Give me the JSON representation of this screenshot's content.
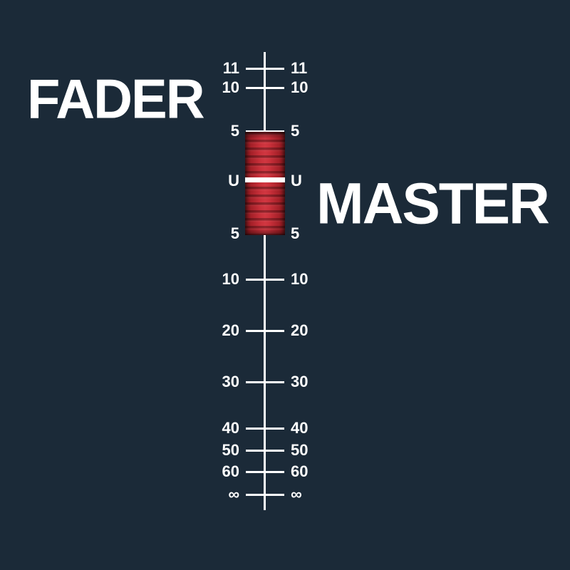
{
  "colors": {
    "background": "#1b2a38",
    "text": "#ffffff",
    "cap_main": "#c9303a",
    "cap_edge": "#6f161b",
    "cap_center_line": "#ffffff"
  },
  "titles": {
    "left": "FADER",
    "right": "MASTER"
  },
  "fader": {
    "position": "U",
    "marks": [
      {
        "label": "11"
      },
      {
        "label": "10"
      },
      {
        "label": "5"
      },
      {
        "label": "U"
      },
      {
        "label": "5"
      },
      {
        "label": "10"
      },
      {
        "label": "20"
      },
      {
        "label": "30"
      },
      {
        "label": "40"
      },
      {
        "label": "50"
      },
      {
        "label": "60"
      },
      {
        "label": "∞"
      }
    ]
  }
}
